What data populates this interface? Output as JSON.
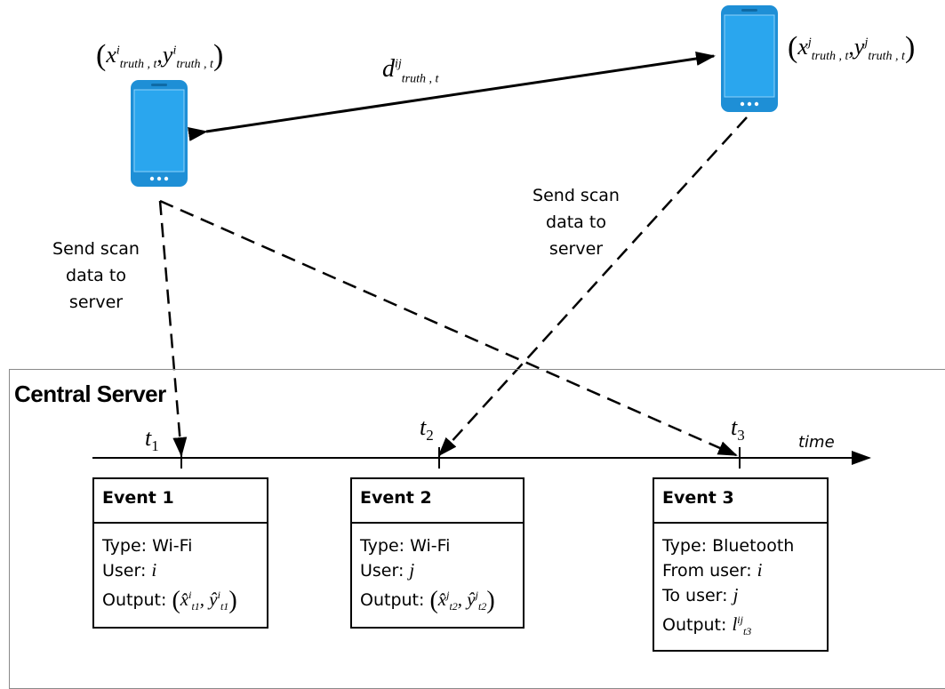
{
  "phones": {
    "left": {
      "coord_x": "x",
      "coord_y": "y",
      "sup": "i",
      "sub": "truth , t",
      "sep": ","
    },
    "right": {
      "coord_x": "x",
      "coord_y": "y",
      "sup": "j",
      "sub": "truth , t",
      "sep": ","
    }
  },
  "distance": {
    "base": "d",
    "sup": "ij",
    "sub": "truth , t"
  },
  "notes": {
    "left": [
      "Send scan",
      "data to",
      "server"
    ],
    "right": [
      "Send scan",
      "data to",
      "server"
    ]
  },
  "server": {
    "title": "Central Server"
  },
  "timeline": {
    "time_label": "time",
    "t_marks": [
      {
        "base": "t",
        "sub": "1"
      },
      {
        "base": "t",
        "sub": "2"
      },
      {
        "base": "t",
        "sub": "3"
      }
    ]
  },
  "events": [
    {
      "title": "Event 1",
      "type": "Type: Wi-Fi",
      "user_label": "User: ",
      "user_value": "i",
      "output_label": "Output: ",
      "output_x": "x̂",
      "output_y": "ŷ",
      "output_sup": "i",
      "output_sub": "t1"
    },
    {
      "title": "Event 2",
      "type": "Type: Wi-Fi",
      "user_label": "User: ",
      "user_value": "j",
      "output_label": "Output: ",
      "output_x": "x̂",
      "output_y": "ŷ",
      "output_sup": "j",
      "output_sub": "t2"
    },
    {
      "title": "Event 3",
      "type": "Type: Bluetooth",
      "from_label": "From user: ",
      "from_value": "i",
      "to_label": "To user: ",
      "to_value": "j",
      "output_label": "Output: ",
      "output_base": "l",
      "output_sup": "ij",
      "output_sub": "t3"
    }
  ],
  "colors": {
    "phone_body": "#1e8fd6",
    "phone_screen": "#2aa6ee",
    "line": "#000000",
    "border": "#8a8a8a"
  }
}
